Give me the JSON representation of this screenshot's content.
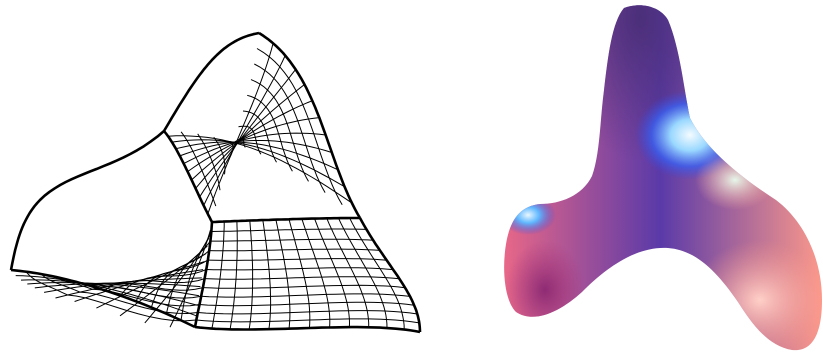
{
  "figure": {
    "panels": [
      {
        "name": "mesh-panel",
        "description_kind": "structured quad mesh on three-patch surface",
        "stroke_color": "#000000",
        "grid_resolution": 12
      },
      {
        "name": "shaded-surface-panel",
        "colors": {
          "deep_purple": "#4b2f7a",
          "violet": "#5a3aa8",
          "blue": "#3a48e0",
          "cyan_highlight": "#cfeeff",
          "magenta": "#a8357a",
          "pink": "#f06a86",
          "salmon": "#ff9a8a",
          "mint_highlight": "#d9f1e2"
        }
      }
    ]
  }
}
